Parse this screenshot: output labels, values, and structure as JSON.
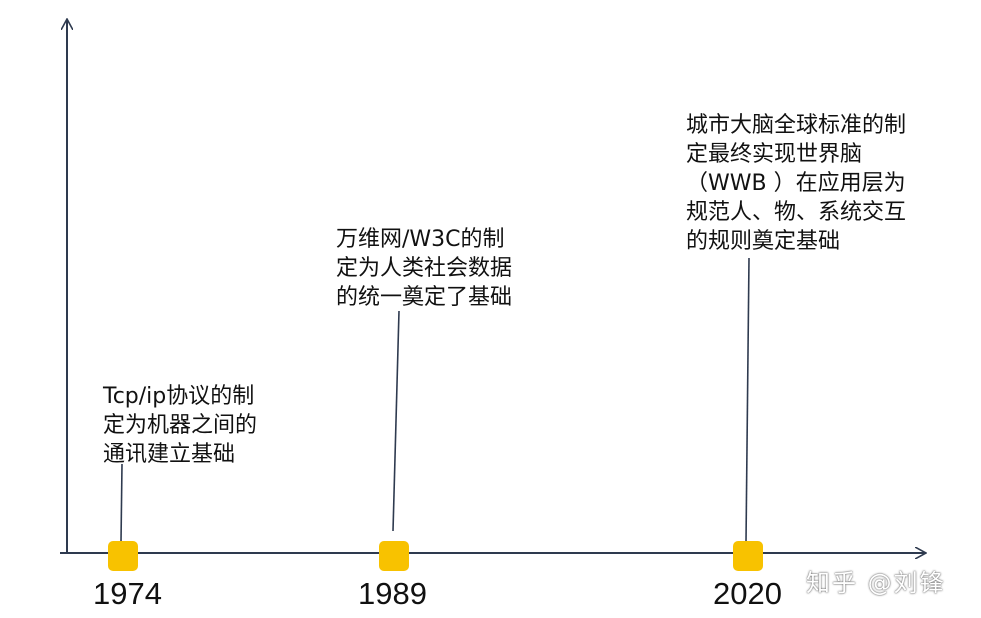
{
  "timeline": {
    "events": [
      {
        "year": "1974",
        "lines": [
          "Tcp/ip协议的制",
          "定为机器之间的",
          "通讯建立基础"
        ]
      },
      {
        "year": "1989",
        "lines": [
          "万维网/W3C的制",
          "定为人类社会数据",
          "的统一奠定了基础"
        ]
      },
      {
        "year": "2020",
        "lines": [
          "城市大脑全球标准的制",
          "定最终实现世界脑",
          "（WWB ）在应用层为",
          "规范人、物、系统交互",
          "的规则奠定基础"
        ]
      }
    ],
    "colors": {
      "axis": "#2e3a4f",
      "marker": "#f8c200"
    }
  },
  "watermark": {
    "text": "知乎 @刘锋"
  }
}
